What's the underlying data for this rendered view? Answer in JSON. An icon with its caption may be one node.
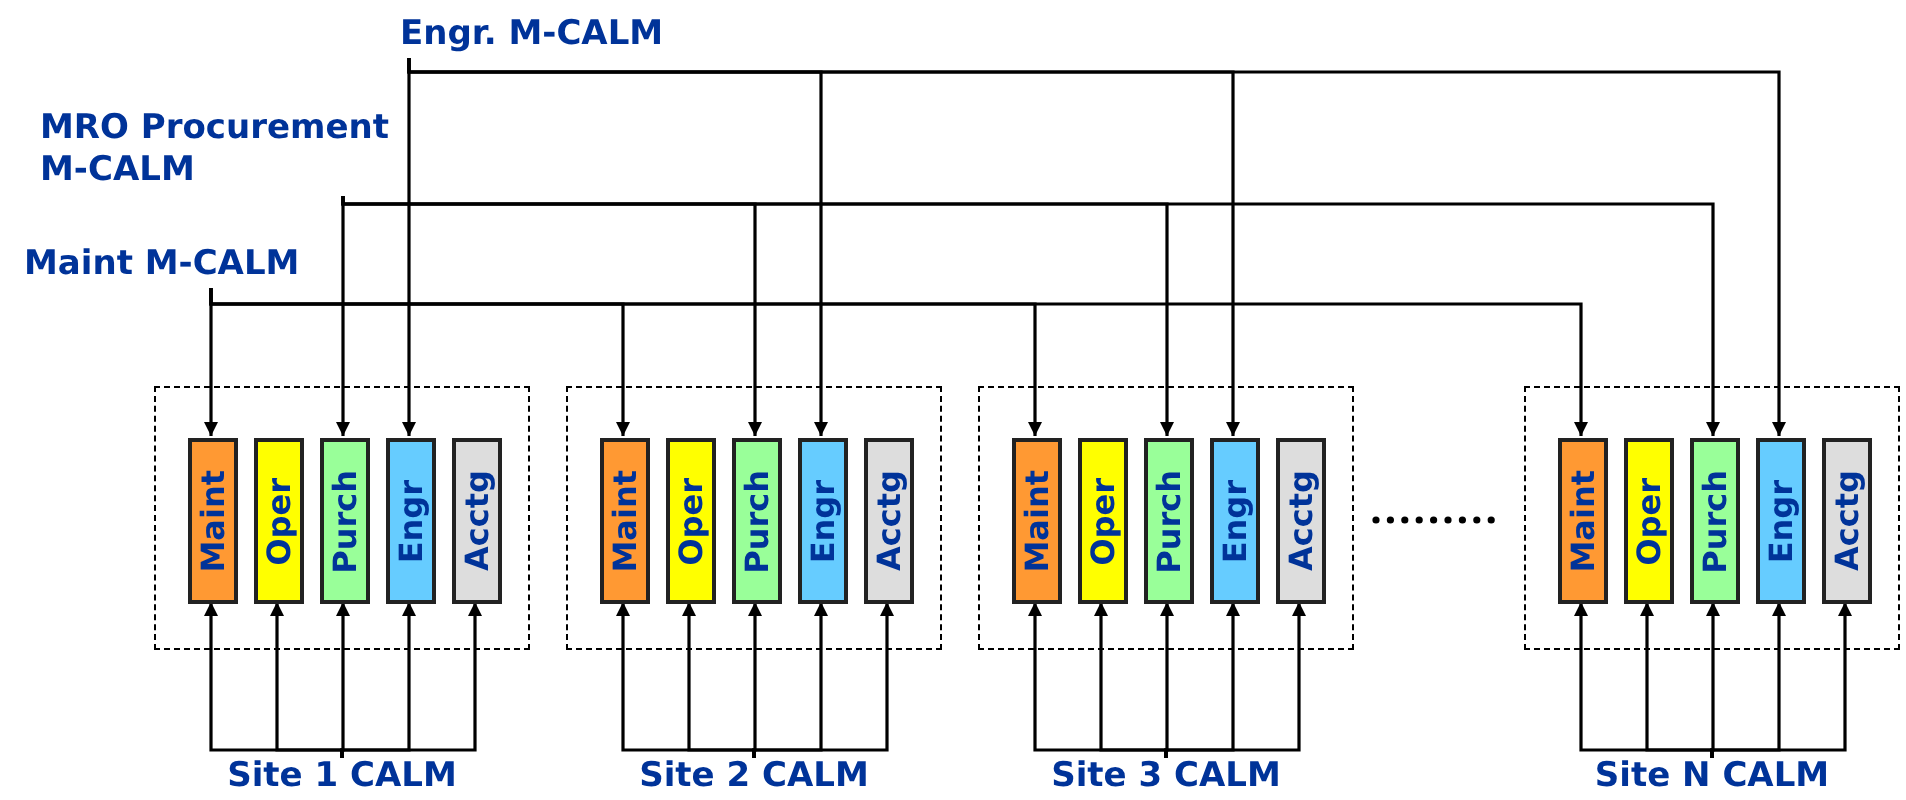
{
  "diagram": {
    "nodes": [
      {
        "text": [
          "Engr. M-CALM"
        ]
      },
      {
        "text": [
          "MRO Procurement M-CALM"
        ]
      },
      {
        "text": [
          "Maint M-CALM"
        ]
      },
      {
        "text": [],
        "shape": "box"
      },
      {
        "text": [
          "Maint"
        ],
        "in": 3
      },
      {
        "text": [
          "Oper"
        ],
        "in": 3
      },
      {
        "text": [
          "Purch"
        ],
        "in": 3
      },
      {
        "text": [
          "Engr"
        ],
        "in": 3
      },
      {
        "text": [
          "Acctg"
        ],
        "in": 3
      },
      {
        "text": [],
        "shape": "box"
      },
      {
        "text": [
          "Maint"
        ],
        "in": 9
      },
      {
        "text": [
          "Oper"
        ],
        "in": 9
      },
      {
        "text": [
          "Purch"
        ],
        "in": 9
      },
      {
        "text": [
          "Engr"
        ],
        "in": 9
      },
      {
        "text": [
          "Acctg"
        ],
        "in": 9
      },
      {
        "text": [],
        "shape": "box"
      },
      {
        "text": [
          "Maint"
        ],
        "in": 15
      },
      {
        "text": [
          "Oper"
        ],
        "in": 15
      },
      {
        "text": [
          "Purch"
        ],
        "in": 15
      },
      {
        "text": [
          "Engr"
        ],
        "in": 15
      },
      {
        "text": [
          "Acctg"
        ],
        "in": 15
      },
      {
        "text": [],
        "shape": "box"
      },
      {
        "text": [
          "Maint"
        ],
        "in": 21
      },
      {
        "text": [
          "Oper"
        ],
        "in": 21
      },
      {
        "text": [
          "Purch"
        ],
        "in": 21
      },
      {
        "text": [
          "Engr"
        ],
        "in": 21
      },
      {
        "text": [
          "Acctg"
        ],
        "in": 21
      },
      {
        "text": [
          "Site 1 CALM"
        ]
      },
      {
        "text": [
          "Site 2 CALM"
        ]
      },
      {
        "text": [
          "Site 3 CALM"
        ]
      },
      {
        "text": [
          "Site N CALM"
        ]
      }
    ],
    "edges": [
      {
        "from": 0,
        "to": 7,
        "arrow": "to"
      },
      {
        "from": 0,
        "to": 13,
        "arrow": "to"
      },
      {
        "from": 0,
        "to": 19,
        "arrow": "to"
      },
      {
        "from": 0,
        "to": 25,
        "arrow": "to"
      },
      {
        "from": 1,
        "to": 6,
        "arrow": "to"
      },
      {
        "from": 1,
        "to": 12,
        "arrow": "to"
      },
      {
        "from": 1,
        "to": 18,
        "arrow": "to"
      },
      {
        "from": 1,
        "to": 24,
        "arrow": "to"
      },
      {
        "from": 2,
        "to": 4,
        "arrow": "to"
      },
      {
        "from": 2,
        "to": 10,
        "arrow": "to"
      },
      {
        "from": 2,
        "to": 16,
        "arrow": "to"
      },
      {
        "from": 2,
        "to": 22,
        "arrow": "to"
      },
      {
        "from": 27,
        "to": 4,
        "arrow": "to"
      },
      {
        "from": 27,
        "to": 5,
        "arrow": "to"
      },
      {
        "from": 27,
        "to": 6,
        "arrow": "to"
      },
      {
        "from": 27,
        "to": 7,
        "arrow": "to"
      },
      {
        "from": 27,
        "to": 8,
        "arrow": "to"
      },
      {
        "from": 28,
        "to": 10,
        "arrow": "to"
      },
      {
        "from": 28,
        "to": 11,
        "arrow": "to"
      },
      {
        "from": 28,
        "to": 12,
        "arrow": "to"
      },
      {
        "from": 28,
        "to": 13,
        "arrow": "to"
      },
      {
        "from": 28,
        "to": 14,
        "arrow": "to"
      },
      {
        "from": 29,
        "to": 16,
        "arrow": "to"
      },
      {
        "from": 29,
        "to": 17,
        "arrow": "to"
      },
      {
        "from": 29,
        "to": 18,
        "arrow": "to"
      },
      {
        "from": 29,
        "to": 19,
        "arrow": "to"
      },
      {
        "from": 29,
        "to": 20,
        "arrow": "to"
      },
      {
        "from": 30,
        "to": 22,
        "arrow": "to"
      },
      {
        "from": 30,
        "to": 23,
        "arrow": "to"
      },
      {
        "from": 30,
        "to": 24,
        "arrow": "to"
      },
      {
        "from": 30,
        "to": 25,
        "arrow": "to"
      },
      {
        "from": 30,
        "to": 26,
        "arrow": "to"
      }
    ]
  }
}
